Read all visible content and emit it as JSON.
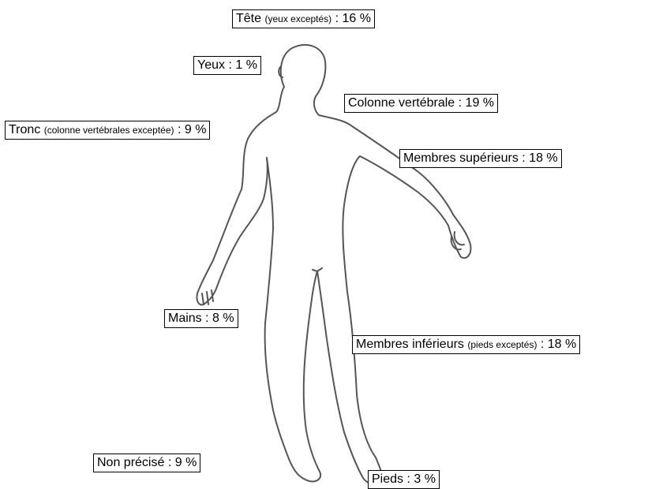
{
  "labels": {
    "tete": {
      "main": "Tête",
      "note": "(yeux exceptés)",
      "value": ": 16 %"
    },
    "yeux": {
      "main": "Yeux",
      "value": ": 1 %"
    },
    "colonne": {
      "main": "Colonne vertébrale",
      "value": ": 19 %"
    },
    "tronc": {
      "main": "Tronc",
      "note": "(colonne vertébrales exceptée)",
      "value": ": 9 %"
    },
    "membres_superieurs": {
      "main": "Membres supérieurs",
      "value": ": 18 %"
    },
    "mains": {
      "main": "Mains",
      "value": ": 8 %"
    },
    "membres_inferieurs": {
      "main": "Membres inférieurs",
      "note": "(pieds exceptés)",
      "value": ": 18 %"
    },
    "non_precise": {
      "main": "Non précisé",
      "value": ": 9 %"
    },
    "pieds": {
      "main": "Pieds",
      "value": ": 3 %"
    }
  },
  "figure": {
    "icon": "human-body-outline-icon",
    "stroke_color": "#555555"
  }
}
